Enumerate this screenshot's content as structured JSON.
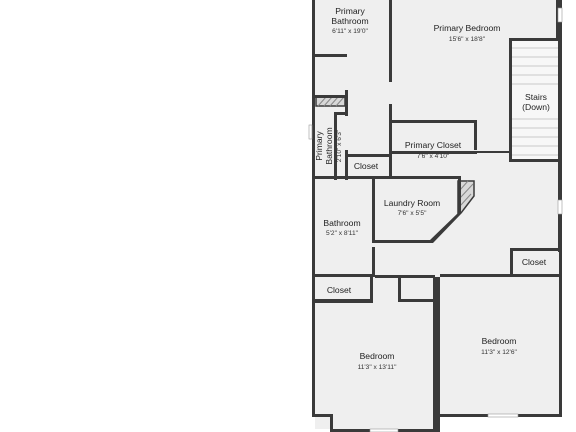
{
  "floor_plan": {
    "rooms": [
      {
        "key": "primary_bathroom_top",
        "name_line1": "Primary",
        "name_line2": "Bathroom",
        "dims": "6'11\" x 19'0\""
      },
      {
        "key": "primary_bedroom",
        "name": "Primary Bedroom",
        "dims": "15'6\" x 18'8\""
      },
      {
        "key": "stairs",
        "name": "Stairs",
        "note": "(Down)"
      },
      {
        "key": "primary_bathroom_small",
        "name_line1": "Primary",
        "name_line2": "Bathroom",
        "dims": "2'10\" x 6'3\""
      },
      {
        "key": "closet_small_top",
        "name": "Closet"
      },
      {
        "key": "primary_closet",
        "name": "Primary Closet",
        "dims": "7'6\" x 4'10\""
      },
      {
        "key": "laundry_room",
        "name": "Laundry Room",
        "dims": "7'6\" x 5'5\""
      },
      {
        "key": "bathroom",
        "name": "Bathroom",
        "dims": "5'2\" x 8'11\""
      },
      {
        "key": "closet_right",
        "name": "Closet"
      },
      {
        "key": "closet_left",
        "name": "Closet"
      },
      {
        "key": "bedroom_left",
        "name": "Bedroom",
        "dims": "11'3\" x 13'11\""
      },
      {
        "key": "bedroom_right",
        "name": "Bedroom",
        "dims": "11'3\" x 12'6\""
      }
    ]
  },
  "colors": {
    "floor": "#efefef",
    "wall": "#3a3a3a",
    "fixture": "#cfcfcf",
    "background": "#ffffff"
  }
}
